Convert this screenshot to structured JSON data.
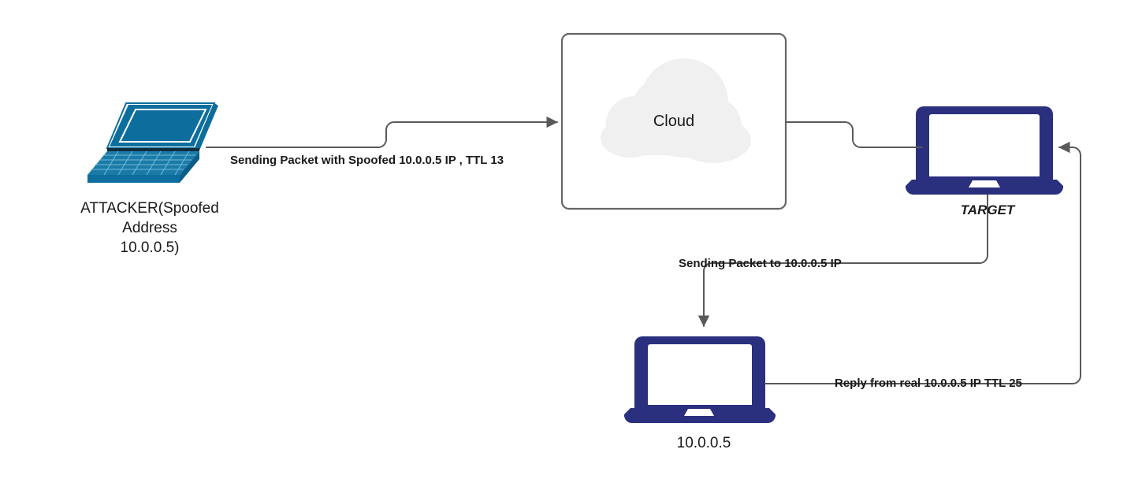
{
  "diagram": {
    "title": "IP Spoofing TTL Analysis Network Diagram",
    "background_color": "#ffffff",
    "colors": {
      "attacker_device": "#0d6e9e",
      "target_device": "#2a307e",
      "victim_device": "#2a307e",
      "connector": "#595959",
      "cloud_shape": "#f0f0f0",
      "cloud_box_border": "#666666",
      "text": "#1a1a1a"
    },
    "nodes": [
      {
        "id": "attacker",
        "icon": "laptop-isometric-icon",
        "label": "ATTACKER(Spoofed\nAddress\n10.0.0.5)",
        "label_style": "regular"
      },
      {
        "id": "cloud",
        "icon": "cloud-icon",
        "label": "Cloud",
        "label_style": "regular"
      },
      {
        "id": "target",
        "icon": "laptop-front-icon",
        "label": "TARGET",
        "label_style": "bold-italic"
      },
      {
        "id": "victim",
        "icon": "laptop-front-icon",
        "label": "10.0.0.5",
        "label_style": "regular"
      }
    ],
    "edges": [
      {
        "id": "attacker-to-cloud",
        "from": "attacker",
        "to": "cloud",
        "label": "Sending Packet with Spoofed 10.0.0.5 IP , TTL 13",
        "arrowhead": "end"
      },
      {
        "id": "cloud-to-target",
        "from": "cloud",
        "to": "target",
        "label": "",
        "arrowhead": "none"
      },
      {
        "id": "target-to-victim",
        "from": "target",
        "to": "victim",
        "label": "Sending Packet to 10.0.0.5 IP",
        "arrowhead": "end"
      },
      {
        "id": "victim-to-target",
        "from": "victim",
        "to": "target",
        "label": "Reply from real 10.0.0.5 IP TTL 25",
        "arrowhead": "end"
      }
    ]
  }
}
